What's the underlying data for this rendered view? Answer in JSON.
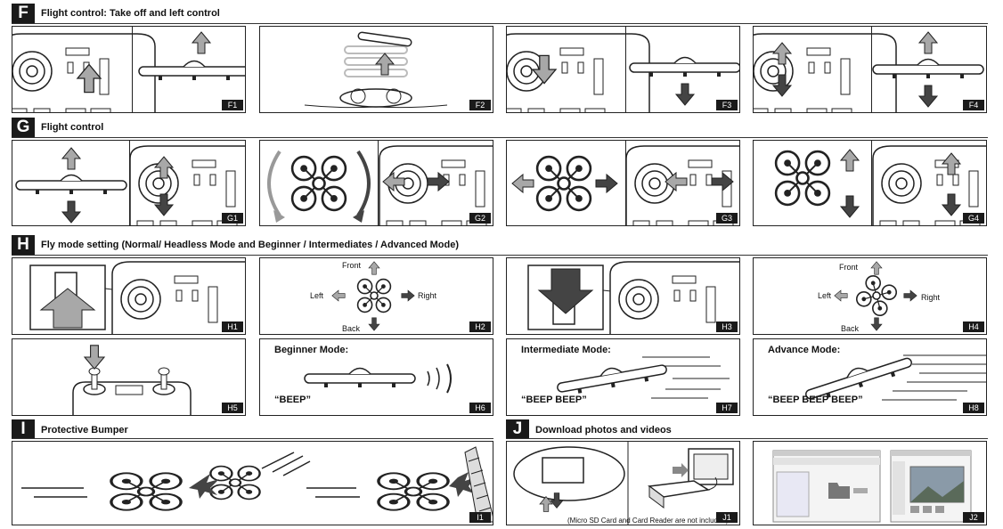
{
  "sections": {
    "F": {
      "letter": "F",
      "title": "Flight control: Take off and left control"
    },
    "G": {
      "letter": "G",
      "title": "Flight control"
    },
    "H": {
      "letter": "H",
      "title": "Fly mode setting (Normal/ Headless Mode and Beginner / Intermediates / Advanced Mode)"
    },
    "I": {
      "letter": "I",
      "title": "Protective Bumper"
    },
    "J": {
      "letter": "J",
      "title": "Download photos and videos"
    }
  },
  "tags": {
    "F1": "F1",
    "F2": "F2",
    "F3": "F3",
    "F4": "F4",
    "G1": "G1",
    "G2": "G2",
    "G3": "G3",
    "G4": "G4",
    "H1": "H1",
    "H2": "H2",
    "H3": "H3",
    "H4": "H4",
    "H5": "H5",
    "H6": "H6",
    "H7": "H7",
    "H8": "H8",
    "I1": "I1",
    "J1": "J1",
    "J2": "J2"
  },
  "directions": {
    "front": "Front",
    "back": "Back",
    "left": "Left",
    "right": "Right"
  },
  "modes": {
    "beginner": {
      "title": "Beginner Mode:",
      "beep": "“BEEP”"
    },
    "intermediate": {
      "title": "Intermediate Mode:",
      "beep": "“BEEP  BEEP”"
    },
    "advance": {
      "title": "Advance Mode:",
      "beep": "“BEEP BEEP BEEP”"
    }
  },
  "notes": {
    "j1": "(Micro SD Card and Card Reader are not included)"
  },
  "colors": {
    "arrow_gray": "#a8a8a8",
    "arrow_dark": "#444444",
    "tag_bg": "#1a1a1a"
  }
}
